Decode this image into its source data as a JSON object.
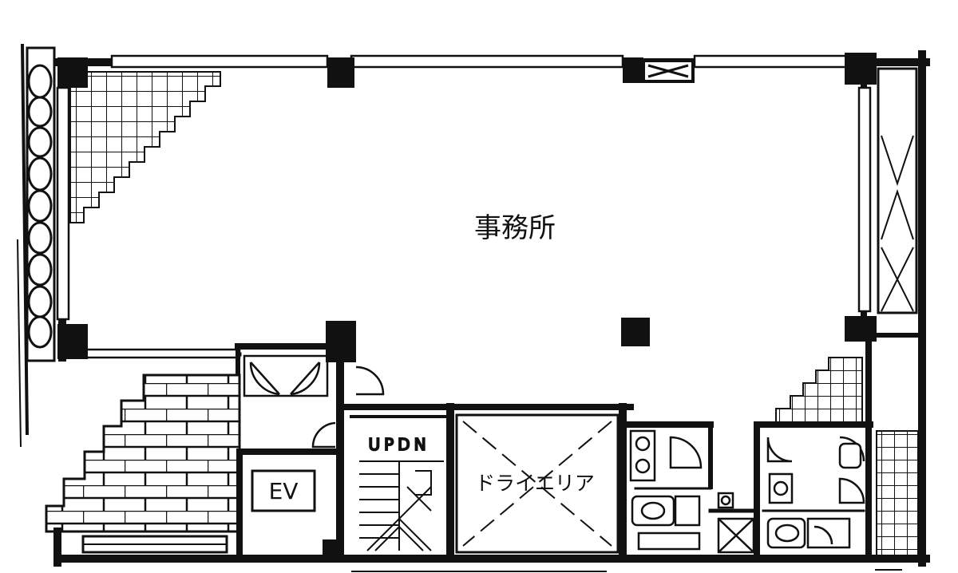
{
  "labels": {
    "office": "事務所",
    "up_dn": "UPDN",
    "elevator": "EV",
    "dry_area": "ドライエリア"
  },
  "colors": {
    "ink": "#111111",
    "paper": "#ffffff"
  }
}
